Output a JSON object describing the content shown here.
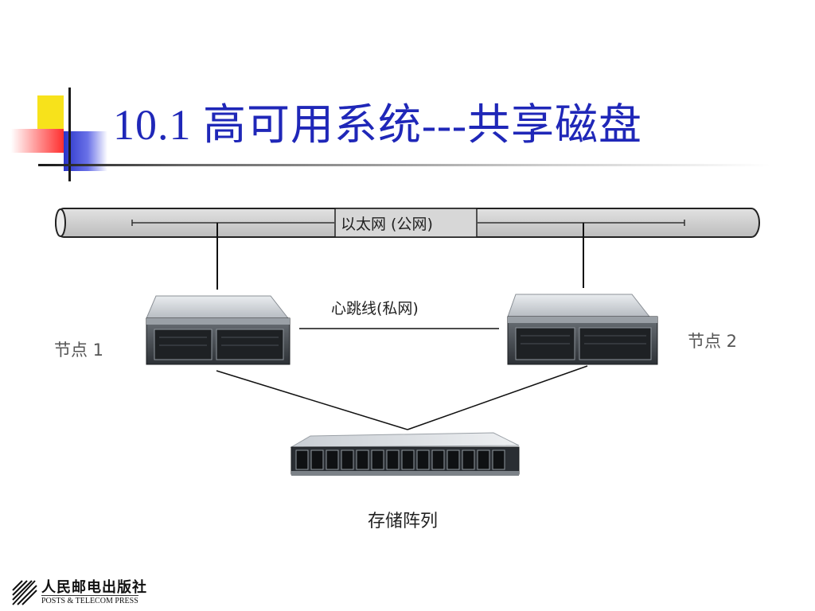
{
  "slide": {
    "title": "10.1  高可用系统---共享磁盘",
    "accent_color": "#1f27b8"
  },
  "diagram": {
    "public_network_label": "以太网 (公网)",
    "heartbeat_label": "心跳线(私网)",
    "node1_label": "节点 1",
    "node2_label": "节点 2",
    "storage_label": "存储阵列"
  },
  "publisher": {
    "name_cn": "人民邮电出版社",
    "name_en": "POSTS & TELECOM PRESS"
  }
}
